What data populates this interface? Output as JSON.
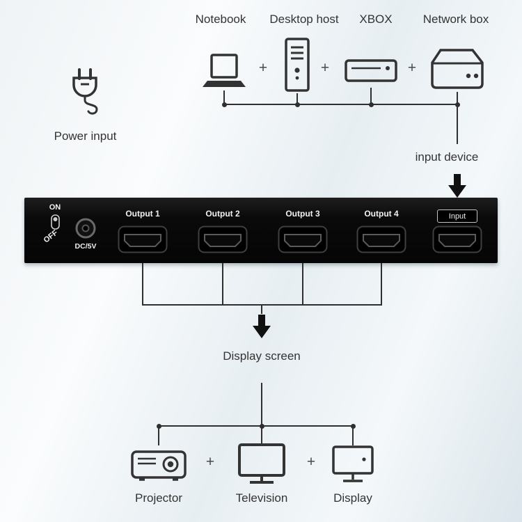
{
  "colors": {
    "line": "#2f2f2f",
    "text": "#333333",
    "device": "#0d0d0d",
    "device_text": "#f2f2f2"
  },
  "sources": {
    "items": [
      {
        "label": "Notebook"
      },
      {
        "label": "Desktop host"
      },
      {
        "label": "XBOX"
      },
      {
        "label": "Network box"
      }
    ],
    "plus": "+",
    "arrow_label": "input device"
  },
  "power": {
    "label": "Power input"
  },
  "splitter": {
    "switch_on": "ON",
    "switch_off": "OFF",
    "dc_label": "DC/5V",
    "outputs": [
      {
        "label": "Output 1"
      },
      {
        "label": "Output 2"
      },
      {
        "label": "Output 3"
      },
      {
        "label": "Output 4"
      }
    ],
    "input_label": "Input"
  },
  "displays": {
    "section_label": "Display screen",
    "items": [
      {
        "label": "Projector"
      },
      {
        "label": "Television"
      },
      {
        "label": "Display"
      }
    ],
    "plus": "+"
  }
}
